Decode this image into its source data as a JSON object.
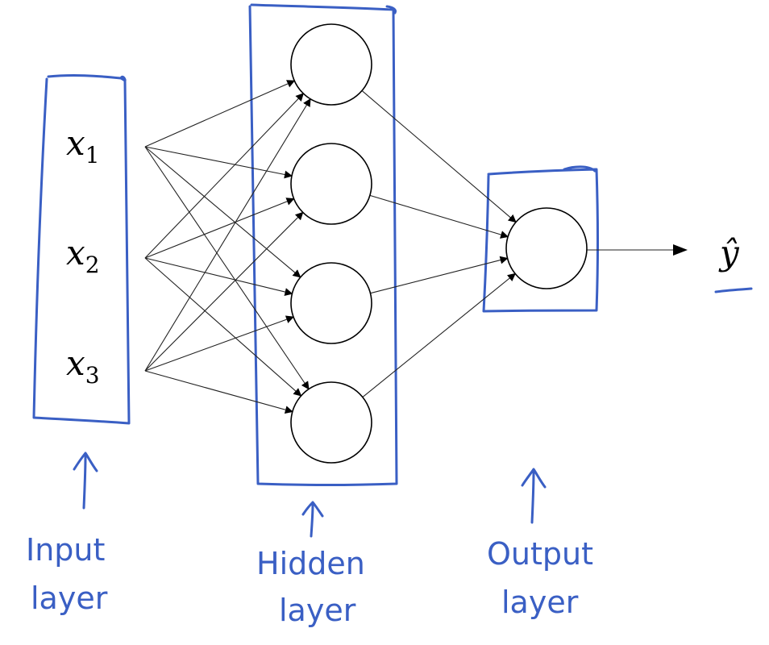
{
  "diagram": {
    "inputs": [
      {
        "symbol": "x",
        "subscript": "1"
      },
      {
        "symbol": "x",
        "subscript": "2"
      },
      {
        "symbol": "x",
        "subscript": "3"
      }
    ],
    "hidden_node_count": 4,
    "output_node_count": 1,
    "output_symbol": "ŷ",
    "labels": {
      "input_line1": "Input",
      "input_line2": "layer",
      "hidden_line1": "Hidden",
      "hidden_line2": "layer",
      "output_line1": "Output",
      "output_line2": "layer"
    },
    "colors": {
      "ink": "#3a5fc4",
      "edge": "#222222",
      "node_stroke": "#000000"
    }
  }
}
